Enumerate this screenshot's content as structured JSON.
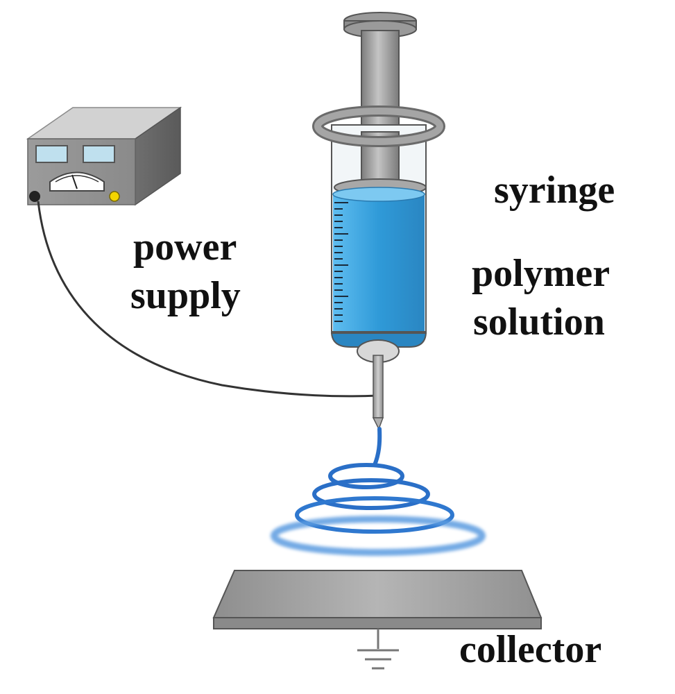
{
  "labels": {
    "power_line1": "power",
    "power_line2": "supply",
    "syringe": "syringe",
    "polymer_line1": "polymer",
    "polymer_line2": "solution",
    "collector": "collector"
  },
  "colors": {
    "solution": "#3aa3dc",
    "jet": "#2a6fc7",
    "metal": "#9a9a9a",
    "text": "#111111"
  }
}
